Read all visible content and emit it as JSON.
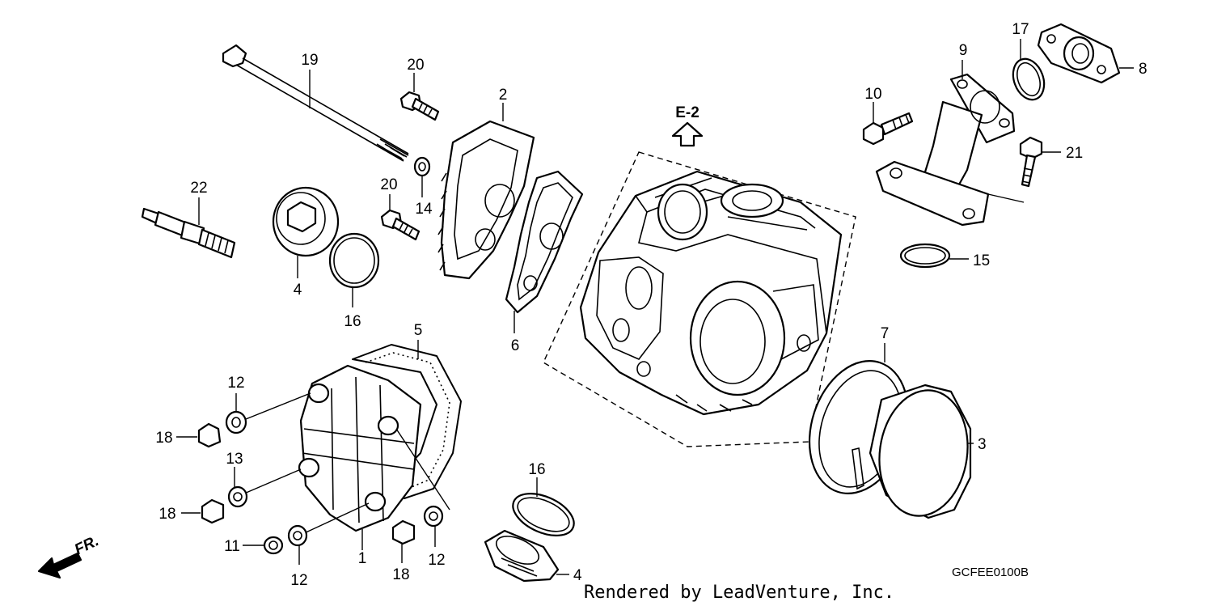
{
  "diagram": {
    "ref_label": "E-2",
    "front_label": "FR.",
    "diagram_code": "GCFEE0100B",
    "footer": "Rendered by LeadVenture, Inc.",
    "labels": {
      "c1": "1",
      "c2": "2",
      "c3": "3",
      "c4a": "4",
      "c4b": "4",
      "c5": "5",
      "c6": "6",
      "c7": "7",
      "c8": "8",
      "c9": "9",
      "c10": "10",
      "c11": "11",
      "c12a": "12",
      "c12b": "12",
      "c12c": "12",
      "c13": "13",
      "c14": "14",
      "c15": "15",
      "c16a": "16",
      "c16b": "16",
      "c17": "17",
      "c18a": "18",
      "c18b": "18",
      "c18c": "18",
      "c19": "19",
      "c20a": "20",
      "c20b": "20",
      "c21": "21",
      "c22": "22"
    }
  }
}
